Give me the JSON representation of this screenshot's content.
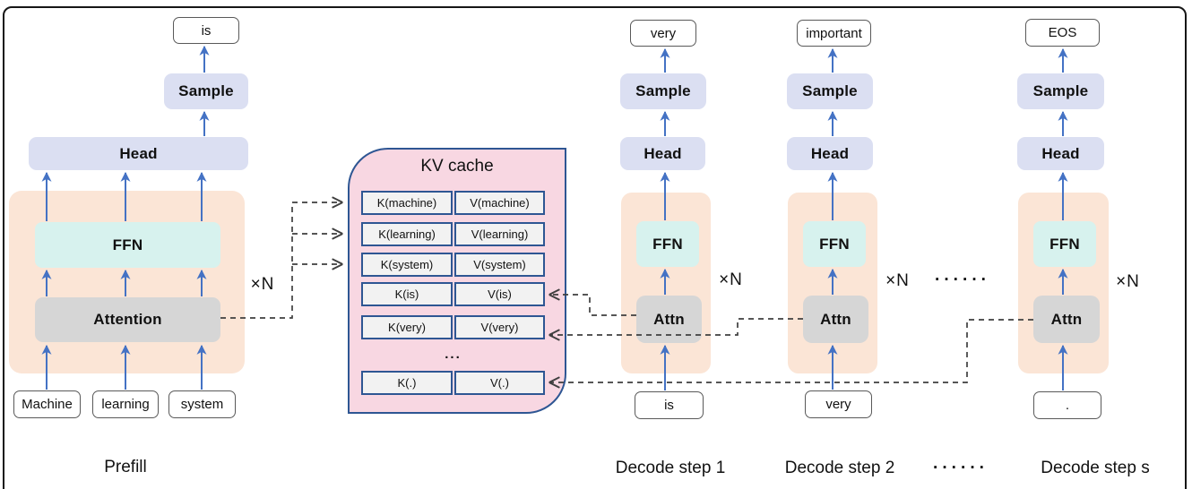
{
  "colors": {
    "block_bg_peach": "#fbe5d6",
    "ffn_cyan": "#d7f2ee",
    "attention_gray": "#d6d6d6",
    "head_sample_lavender": "#dbdff2",
    "kv_cache_pink": "#f8d7e2",
    "kv_border_blue": "#2e5693",
    "kv_row_gray": "#f2f2f2",
    "arrow_blue": "#4472c4",
    "dashed_line_gray": "#3f3f3f"
  },
  "prefill": {
    "label": "Prefill",
    "repeat_label": "×N",
    "output_token": "is",
    "sample_label": "Sample",
    "head_label": "Head",
    "ffn_label": "FFN",
    "attention_label": "Attention",
    "input_tokens": [
      "Machine",
      "learning",
      "system"
    ]
  },
  "kv_cache": {
    "title": "KV cache",
    "rows": [
      {
        "k": "K(machine)",
        "v": "V(machine)"
      },
      {
        "k": "K(learning)",
        "v": "V(learning)"
      },
      {
        "k": "K(system)",
        "v": "V(system)"
      },
      {
        "k": "K(is)",
        "v": "V(is)"
      },
      {
        "k": "K(very)",
        "v": "V(very)"
      },
      {
        "k": "K(.)",
        "v": "V(.)"
      }
    ],
    "ellipsis": "..."
  },
  "decode_steps": [
    {
      "label": "Decode step 1",
      "input_token": "is",
      "output_token": "very",
      "sample_label": "Sample",
      "head_label": "Head",
      "ffn_label": "FFN",
      "attn_label": "Attn",
      "repeat_label": "×N"
    },
    {
      "label": "Decode step 2",
      "input_token": "very",
      "output_token": "important",
      "sample_label": "Sample",
      "head_label": "Head",
      "ffn_label": "FFN",
      "attn_label": "Attn",
      "repeat_label": "×N"
    },
    {
      "label": "Decode step s",
      "input_token": ".",
      "output_token": "EOS",
      "sample_label": "Sample",
      "head_label": "Head",
      "ffn_label": "FFN",
      "attn_label": "Attn",
      "repeat_label": "×N"
    }
  ],
  "ellipsis_mid": "······",
  "ellipsis_bottom": "······"
}
